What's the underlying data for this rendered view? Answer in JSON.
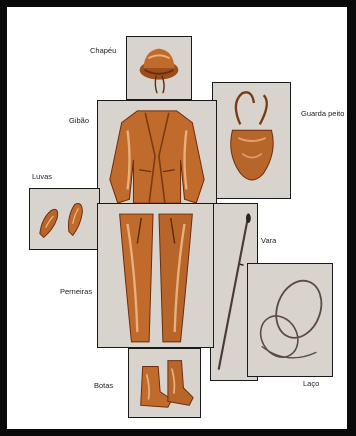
{
  "items": [
    {
      "id": "chapeu",
      "label": "Chapéu"
    },
    {
      "id": "gibao",
      "label": "Gibão"
    },
    {
      "id": "guarda-peito",
      "label": "Guarda peito"
    },
    {
      "id": "luvas",
      "label": "Luvas"
    },
    {
      "id": "vara",
      "label": "Vara"
    },
    {
      "id": "perneiras",
      "label": "Perneiras"
    },
    {
      "id": "botas",
      "label": "Botas"
    },
    {
      "id": "laco",
      "label": "Laço"
    }
  ],
  "colors": {
    "leather_dark": "#7a3a12",
    "leather_mid": "#b8652a",
    "leather_light": "#e0a06a",
    "panel_bg": "#d9d3cd",
    "rope": "#5a4a42"
  }
}
